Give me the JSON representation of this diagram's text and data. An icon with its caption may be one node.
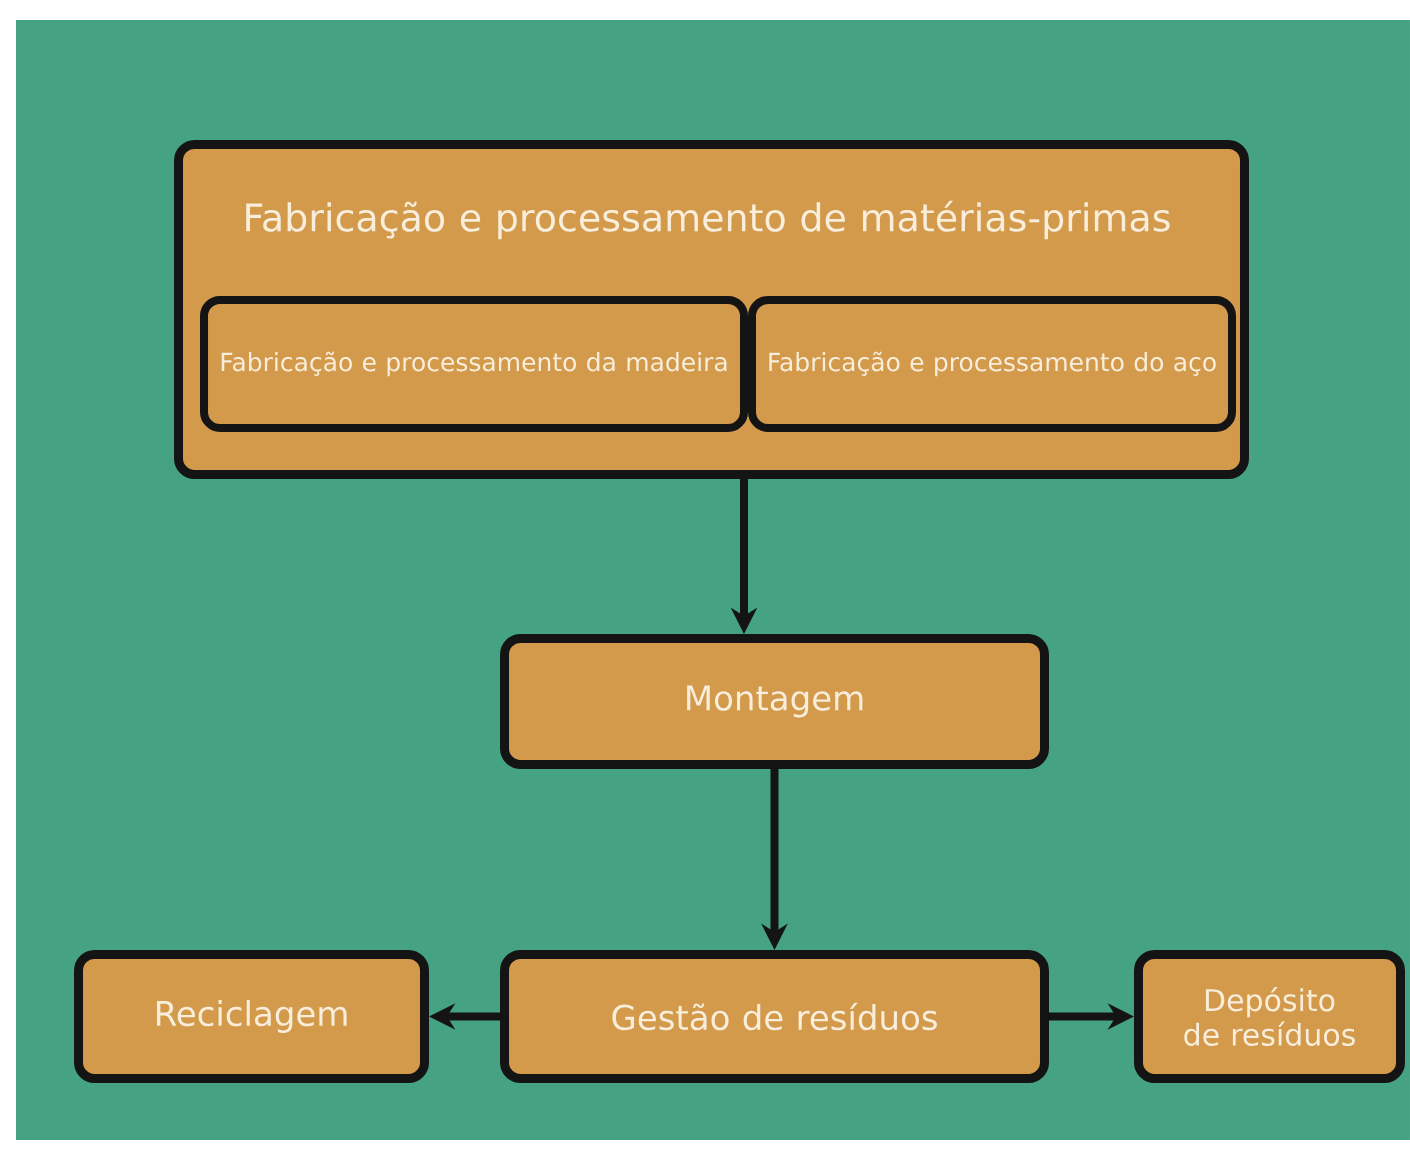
{
  "diagram": {
    "nodes": [
      {
        "text": [
          "Fabricação e processamento de matérias-primas"
        ]
      },
      {
        "text": [
          "Fabricação e processamento da madeira"
        ],
        "in": 0
      },
      {
        "text": [
          "Fabricação e processamento do aço"
        ],
        "in": 0
      },
      {
        "text": [
          "Montagem"
        ]
      },
      {
        "text": [
          "Gestão de resíduos"
        ]
      },
      {
        "text": [
          "Reciclagem"
        ]
      },
      {
        "text": [
          "Depósito de resíduos"
        ]
      }
    ],
    "edges": [
      {
        "from": 0,
        "to": 3,
        "arrow": "to"
      },
      {
        "from": 3,
        "to": 4,
        "arrow": "to"
      },
      {
        "from": 4,
        "to": 5,
        "arrow": "to"
      },
      {
        "from": 4,
        "to": 6,
        "arrow": "to"
      }
    ]
  }
}
